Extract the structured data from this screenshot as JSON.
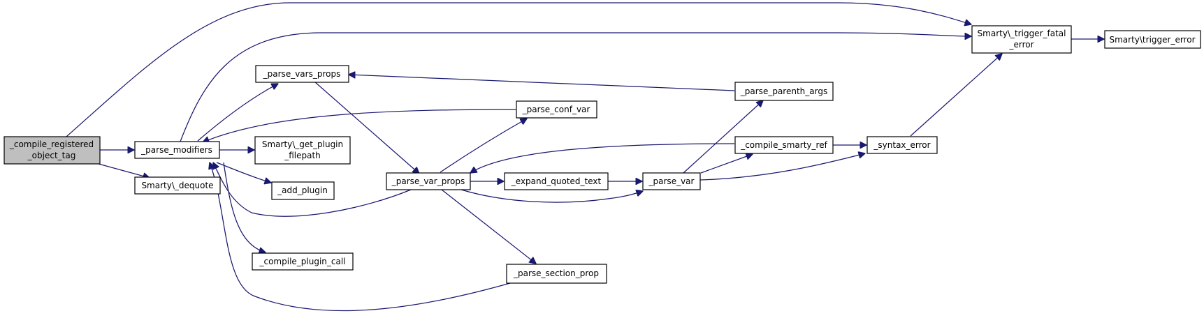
{
  "diagram": {
    "type": "call-graph",
    "colors": {
      "edge": "#191970",
      "node_border": "#000000",
      "root_fill": "#bfbfbf",
      "node_fill": "#ffffff"
    },
    "nodes": {
      "compile_registered_object_tag": {
        "lines": [
          "_compile_registered",
          "_object_tag"
        ],
        "root": true
      },
      "parse_modifiers": {
        "lines": [
          "_parse_modifiers"
        ]
      },
      "dequote": {
        "lines": [
          "Smarty\\_dequote"
        ]
      },
      "parse_vars_props": {
        "lines": [
          "_parse_vars_props"
        ]
      },
      "get_plugin_filepath": {
        "lines": [
          "Smarty\\_get_plugin",
          "_filepath"
        ]
      },
      "add_plugin": {
        "lines": [
          "_add_plugin"
        ]
      },
      "compile_plugin_call": {
        "lines": [
          "_compile_plugin_call"
        ]
      },
      "parse_var_props": {
        "lines": [
          "_parse_var_props"
        ]
      },
      "parse_conf_var": {
        "lines": [
          "_parse_conf_var"
        ]
      },
      "expand_quoted_text": {
        "lines": [
          "_expand_quoted_text"
        ]
      },
      "parse_section_prop": {
        "lines": [
          "_parse_section_prop"
        ]
      },
      "parse_var": {
        "lines": [
          "_parse_var"
        ]
      },
      "parse_parenth_args": {
        "lines": [
          "_parse_parenth_args"
        ]
      },
      "compile_smarty_ref": {
        "lines": [
          "_compile_smarty_ref"
        ]
      },
      "syntax_error": {
        "lines": [
          "_syntax_error"
        ]
      },
      "trigger_fatal_error": {
        "lines": [
          "Smarty\\_trigger_fatal",
          "_error"
        ]
      },
      "trigger_error": {
        "lines": [
          "Smarty\\trigger_error"
        ]
      }
    },
    "edges": [
      [
        "compile_registered_object_tag",
        "parse_modifiers"
      ],
      [
        "compile_registered_object_tag",
        "dequote"
      ],
      [
        "compile_registered_object_tag",
        "trigger_fatal_error"
      ],
      [
        "parse_modifiers",
        "parse_vars_props"
      ],
      [
        "parse_modifiers",
        "get_plugin_filepath"
      ],
      [
        "parse_modifiers",
        "add_plugin"
      ],
      [
        "parse_modifiers",
        "compile_plugin_call"
      ],
      [
        "parse_modifiers",
        "trigger_fatal_error"
      ],
      [
        "parse_vars_props",
        "parse_var_props"
      ],
      [
        "parse_var_props",
        "parse_modifiers"
      ],
      [
        "parse_var_props",
        "parse_conf_var"
      ],
      [
        "parse_var_props",
        "expand_quoted_text"
      ],
      [
        "parse_var_props",
        "parse_var"
      ],
      [
        "parse_var_props",
        "parse_section_prop"
      ],
      [
        "parse_conf_var",
        "parse_modifiers"
      ],
      [
        "parse_section_prop",
        "parse_modifiers"
      ],
      [
        "parse_parenth_args",
        "parse_vars_props"
      ],
      [
        "expand_quoted_text",
        "parse_var"
      ],
      [
        "parse_var",
        "parse_parenth_args"
      ],
      [
        "parse_var",
        "compile_smarty_ref"
      ],
      [
        "parse_var",
        "syntax_error"
      ],
      [
        "compile_smarty_ref",
        "parse_var_props"
      ],
      [
        "compile_smarty_ref",
        "syntax_error"
      ],
      [
        "syntax_error",
        "trigger_fatal_error"
      ],
      [
        "trigger_fatal_error",
        "trigger_error"
      ]
    ]
  }
}
